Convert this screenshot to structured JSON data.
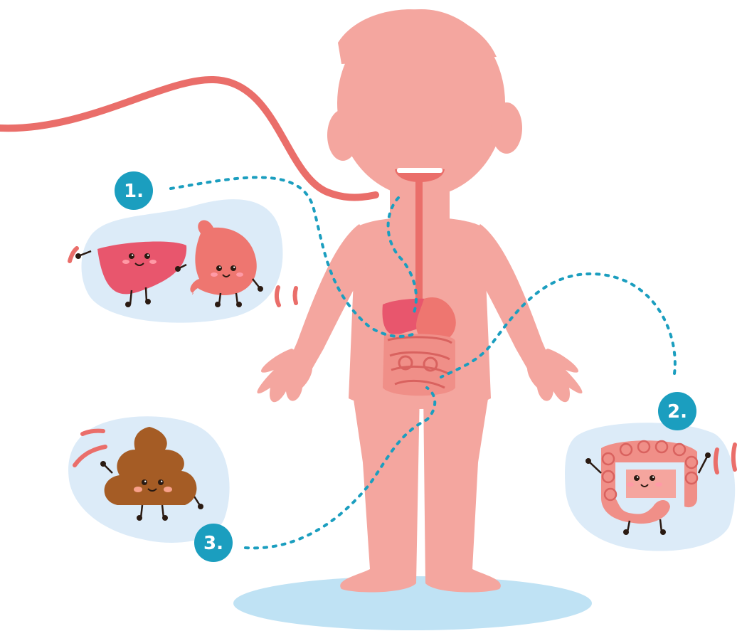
{
  "steps": [
    {
      "number": "1.",
      "organs": [
        "liver-character",
        "stomach-character"
      ]
    },
    {
      "number": "2.",
      "organs": [
        "large-intestine-character"
      ]
    },
    {
      "number": "3.",
      "organs": [
        "poop-character"
      ]
    }
  ],
  "colors": {
    "body": "#f4a69f",
    "digestive_tract": "#ea6e6a",
    "liver": "#e8566d",
    "stomach": "#ee7670",
    "intestine": "#f08f88",
    "poop": "#a55c25",
    "bubble": "#dcebf8",
    "badge": "#1b9ebf",
    "dotted_path": "#1b9ebf",
    "shadow": "#bfe2f4",
    "accent_dash": "#ea6e6a"
  }
}
